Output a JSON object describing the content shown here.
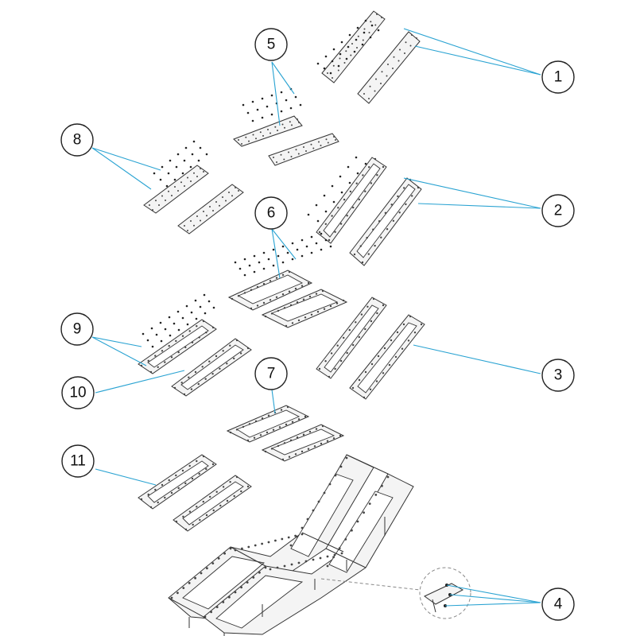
{
  "callouts": [
    {
      "id": "c1",
      "label": "1"
    },
    {
      "id": "c2",
      "label": "2"
    },
    {
      "id": "c3",
      "label": "3"
    },
    {
      "id": "c4",
      "label": "4"
    },
    {
      "id": "c5",
      "label": "5"
    },
    {
      "id": "c6",
      "label": "6"
    },
    {
      "id": "c7",
      "label": "7"
    },
    {
      "id": "c8",
      "label": "8"
    },
    {
      "id": "c9",
      "label": "9"
    },
    {
      "id": "c10",
      "label": "10"
    },
    {
      "id": "c11",
      "label": "11"
    }
  ],
  "colors": {
    "leader": "#2aa3d2",
    "stroke": "#333333",
    "part_fill": "#f4f4f4",
    "background": "#ffffff"
  }
}
